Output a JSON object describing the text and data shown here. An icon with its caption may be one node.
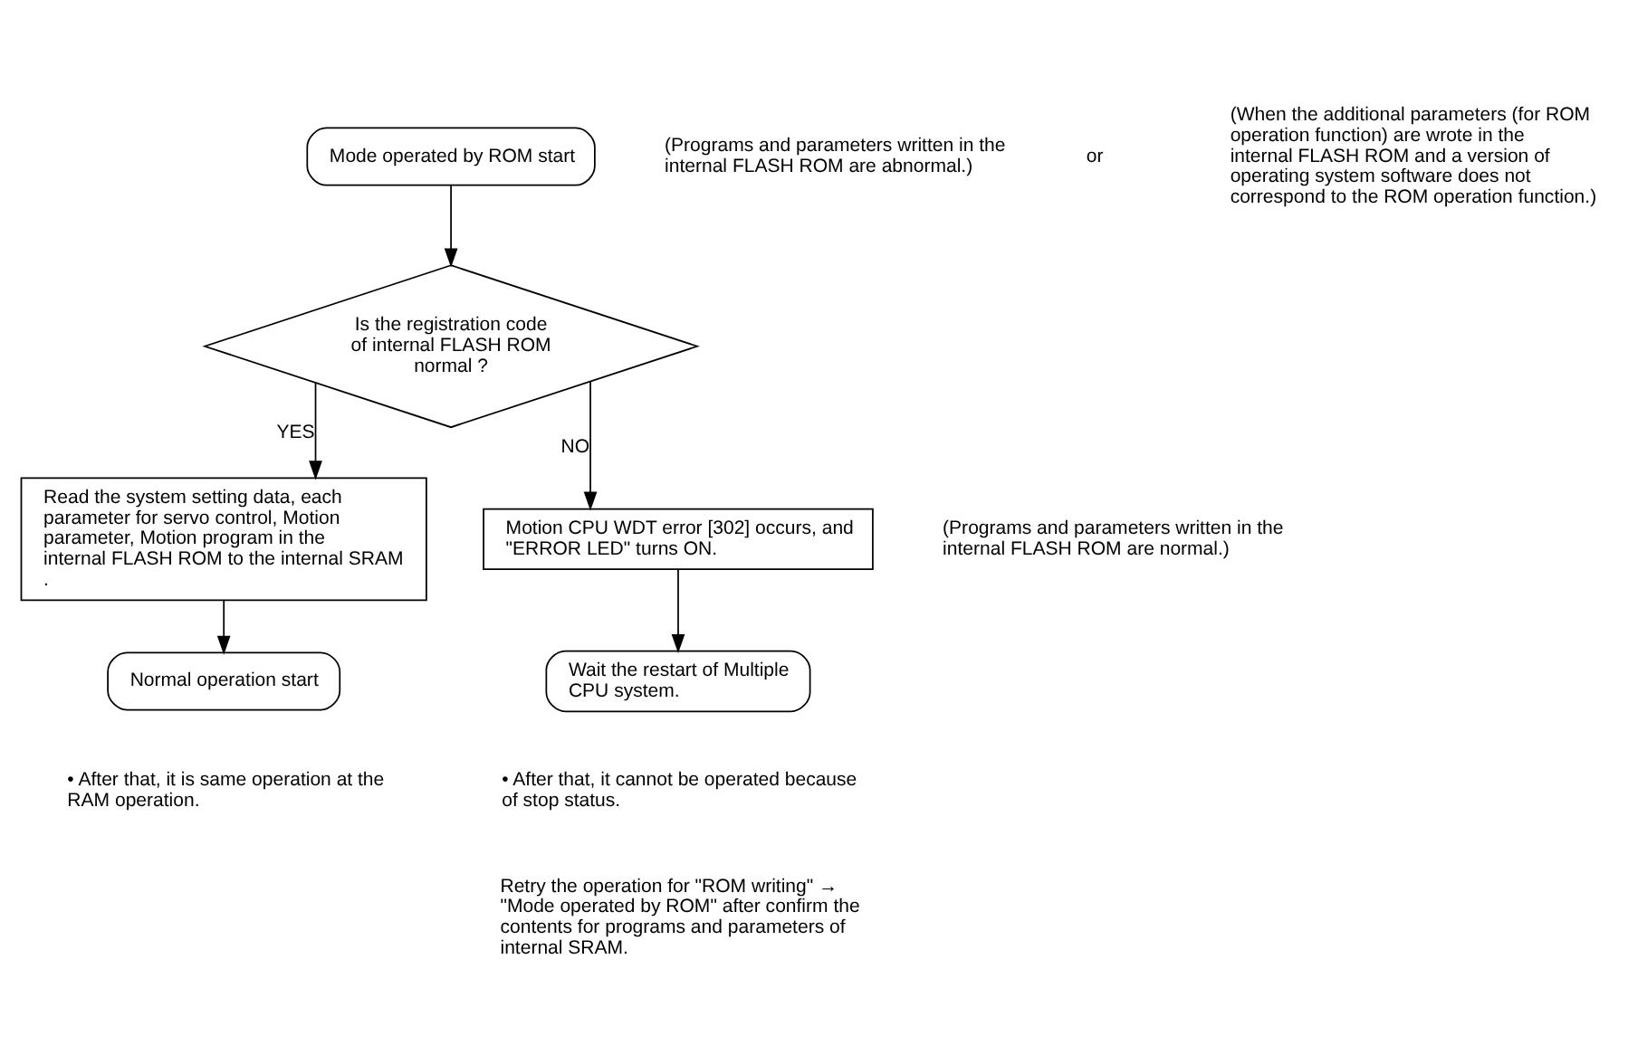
{
  "diagram": {
    "nodes": [
      {
        "text": [
          "Mode operated by ROM start"
        ]
      },
      {
        "text": [
          "Is the registration code of internal FLASH ROM normal ?"
        ]
      },
      {
        "text": [
          "Read the system setting data, each parameter for servo control, Motion parameter, Motion program in the internal FLASH ROM to the internal SRAM ."
        ]
      },
      {
        "text": [
          "Normal operation start"
        ],
        "beside": [
          "• After that, it is same operation at the RAM operation."
        ]
      },
      {
        "text": [
          "Motion CPU WDT error [302] occurs, and \"ERROR LED\" turns ON."
        ]
      },
      {
        "text": [
          "Wait the restart of Multiple CPU system."
        ],
        "beside": [
          "• After that, it cannot be operated because of stop status.",
          "Retry the operation for \"ROM writing\" → \"Mode operated by ROM\" after confirm the contents for programs and parameters of internal SRAM."
        ]
      }
    ],
    "edges": [
      {
        "from": 0,
        "to": 1,
        "arrow": "to"
      },
      {
        "from": 1,
        "to": 2,
        "arrow": "to",
        "label": "YES"
      },
      {
        "from": 2,
        "to": 3,
        "arrow": "to"
      },
      {
        "from": 1,
        "to": 4,
        "arrow": "to",
        "label": "NO"
      },
      {
        "from": 4,
        "to": 5,
        "arrow": "to"
      }
    ],
    "labels": [
      "(Programs and parameters written in the internal FLASH ROM are abnormal.)",
      "or",
      "(When the additional parameters (for ROM operation function) are wrote in the internal FLASH ROM and a version of operating system software does not correspond to the ROM operation function.)",
      "(Programs and parameters written in the internal FLASH ROM are normal.)"
    ]
  }
}
